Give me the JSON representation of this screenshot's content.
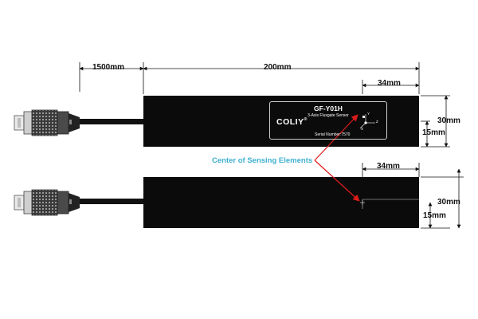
{
  "dimensions": {
    "cable_length": "1500mm",
    "body_length": "200mm",
    "offset_top": "34mm",
    "offset_bottom": "34mm",
    "height_top": "30mm",
    "height_bottom": "30mm",
    "half_top": "15mm",
    "half_bottom": "15mm"
  },
  "annotation": {
    "label": "Center of Sensing Elements"
  },
  "plate": {
    "model": "GF-Y01H",
    "subtitle": "3-Axis Fluxgate Sensor",
    "brand": "COLIY",
    "brand_mark": "®",
    "serial": "Serial Number:7570",
    "axes": {
      "x": "X",
      "y": "Y",
      "z": "Z"
    }
  },
  "colors": {
    "sensor_body": "#0b0b0b",
    "callout_text": "#3fb0d0",
    "arrow": "#e01b1b",
    "dimension_line": "#111111"
  }
}
